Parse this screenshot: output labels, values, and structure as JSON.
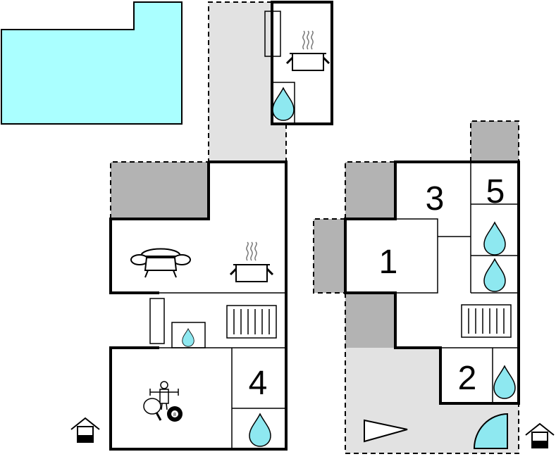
{
  "room_labels": {
    "r1": "1",
    "r2": "2",
    "r3": "3",
    "r4": "4",
    "r5": "5"
  },
  "colors": {
    "pool": "#aaffff",
    "water_drop": "#8ee8f0",
    "terrace_light": "#e2e2e2",
    "terrace_dark": "#b3b3b3",
    "walls": "#000000"
  },
  "icons": [
    "pool",
    "sofa-icon",
    "cooking-pot-icon",
    "water-drop-icon",
    "fireplace-icon",
    "radiator-icon",
    "table-football-icon",
    "table-tennis-icon",
    "billiard-ball-icon",
    "house-entrance-icon",
    "door-swing-icon",
    "triangle-marker-icon"
  ]
}
